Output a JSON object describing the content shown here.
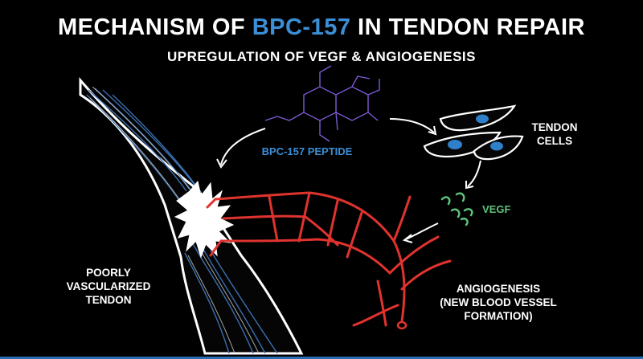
{
  "title": {
    "prefix": "MECHANISM OF ",
    "highlight": "BPC-157",
    "suffix": " IN TENDON REPAIR"
  },
  "subtitle": "UPREGULATION OF VEGF & ANGIOGENESIS",
  "labels": {
    "peptide": "BPC-157 PEPTIDE",
    "tendon_cells_1": "TENDON",
    "tendon_cells_2": "CELLS",
    "vegf": "VEGF",
    "tendon_1": "POORLY",
    "tendon_2": "VASCULARIZED",
    "tendon_3": "TENDON",
    "angio_1": "ANGIOGENESIS",
    "angio_2": "(NEW BLOOD VESSEL",
    "angio_3": "FORMATION)"
  },
  "colors": {
    "background": "#000000",
    "accent_blue": "#3b8fd6",
    "peptide_purple": "#7a5ad0",
    "vessel_red": "#e0332e",
    "vegf_green": "#5cc47a",
    "cell_nucleus": "#2f7fc9"
  }
}
